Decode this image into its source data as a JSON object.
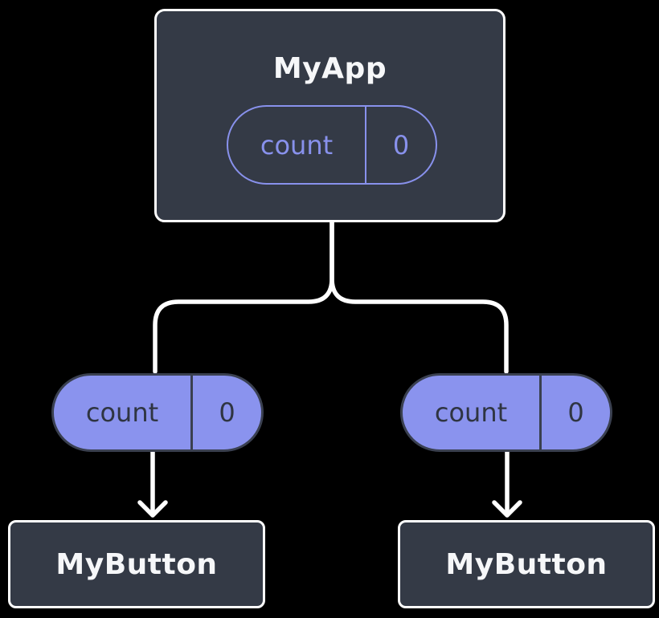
{
  "colors": {
    "background": "#000000",
    "node-fill": "#343A46",
    "node-border": "#FFFFFF",
    "line": "#FFFFFF",
    "purple-fill": "#8A93EE",
    "purple-outline": "#8891EC",
    "dark-text": "#2F3542",
    "pill-border": "#3A4050",
    "white-text": "#F6F7F9"
  },
  "root_node": {
    "title": "MyApp",
    "state_pill": {
      "name": "count",
      "value": "0"
    }
  },
  "props": {
    "left_pill": {
      "name": "count",
      "value": "0"
    },
    "right_pill": {
      "name": "count",
      "value": "0"
    }
  },
  "children": {
    "left": {
      "title": "MyButton"
    },
    "right": {
      "title": "MyButton"
    }
  }
}
